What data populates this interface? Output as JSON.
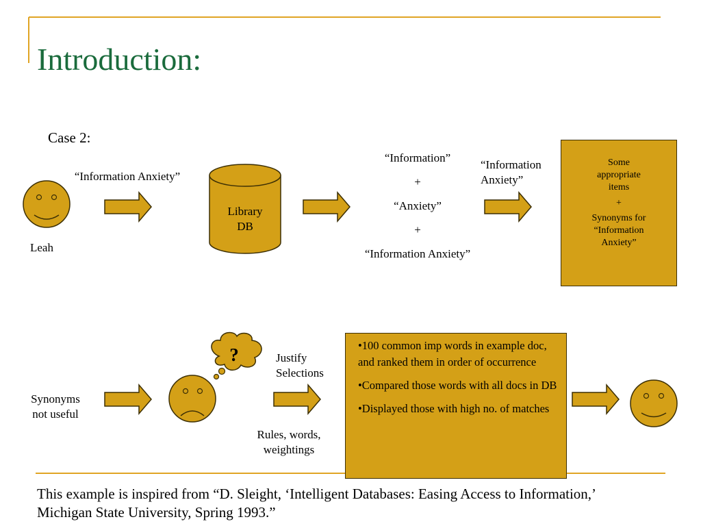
{
  "title": "Introduction:",
  "case_label": "Case 2:",
  "leah_label": "Leah",
  "query_label": "“Information Anxiety”",
  "db_label_line1": "Library",
  "db_label_line2": "DB",
  "terms": {
    "t1": "“Information”",
    "plus1": "+",
    "t2": "“Anxiety”",
    "plus2": "+",
    "t3": "“Information Anxiety”"
  },
  "arrow3_label_line1": "“Information",
  "arrow3_label_line2": "Anxiety”",
  "results_box": {
    "line1": "Some",
    "line2": "appropriate",
    "line3": "items",
    "plus": "+",
    "line4": "Synonyms for",
    "line5": "“Information",
    "line6": "Anxiety”"
  },
  "synonyms_line1": "Synonyms",
  "synonyms_line2": "not useful",
  "question_mark": "?",
  "justify_line1": "Justify",
  "justify_line2": "Selections",
  "rules_line1": "Rules, words,",
  "rules_line2": "weightings",
  "steps": [
    "•100 common imp words in example doc, and ranked them in order of occurrence",
    "•Compared those words with all docs in DB",
    "•Displayed those with high no. of matches"
  ],
  "footer": "This example is inspired from “D. Sleight, ‘Intelligent Databases: Easing Access  to Information,’ Michigan State University, Spring 1993.”",
  "colors": {
    "gold": "#d4a017",
    "title_green": "#1a6b3c",
    "rule_gold": "#e0a424"
  }
}
